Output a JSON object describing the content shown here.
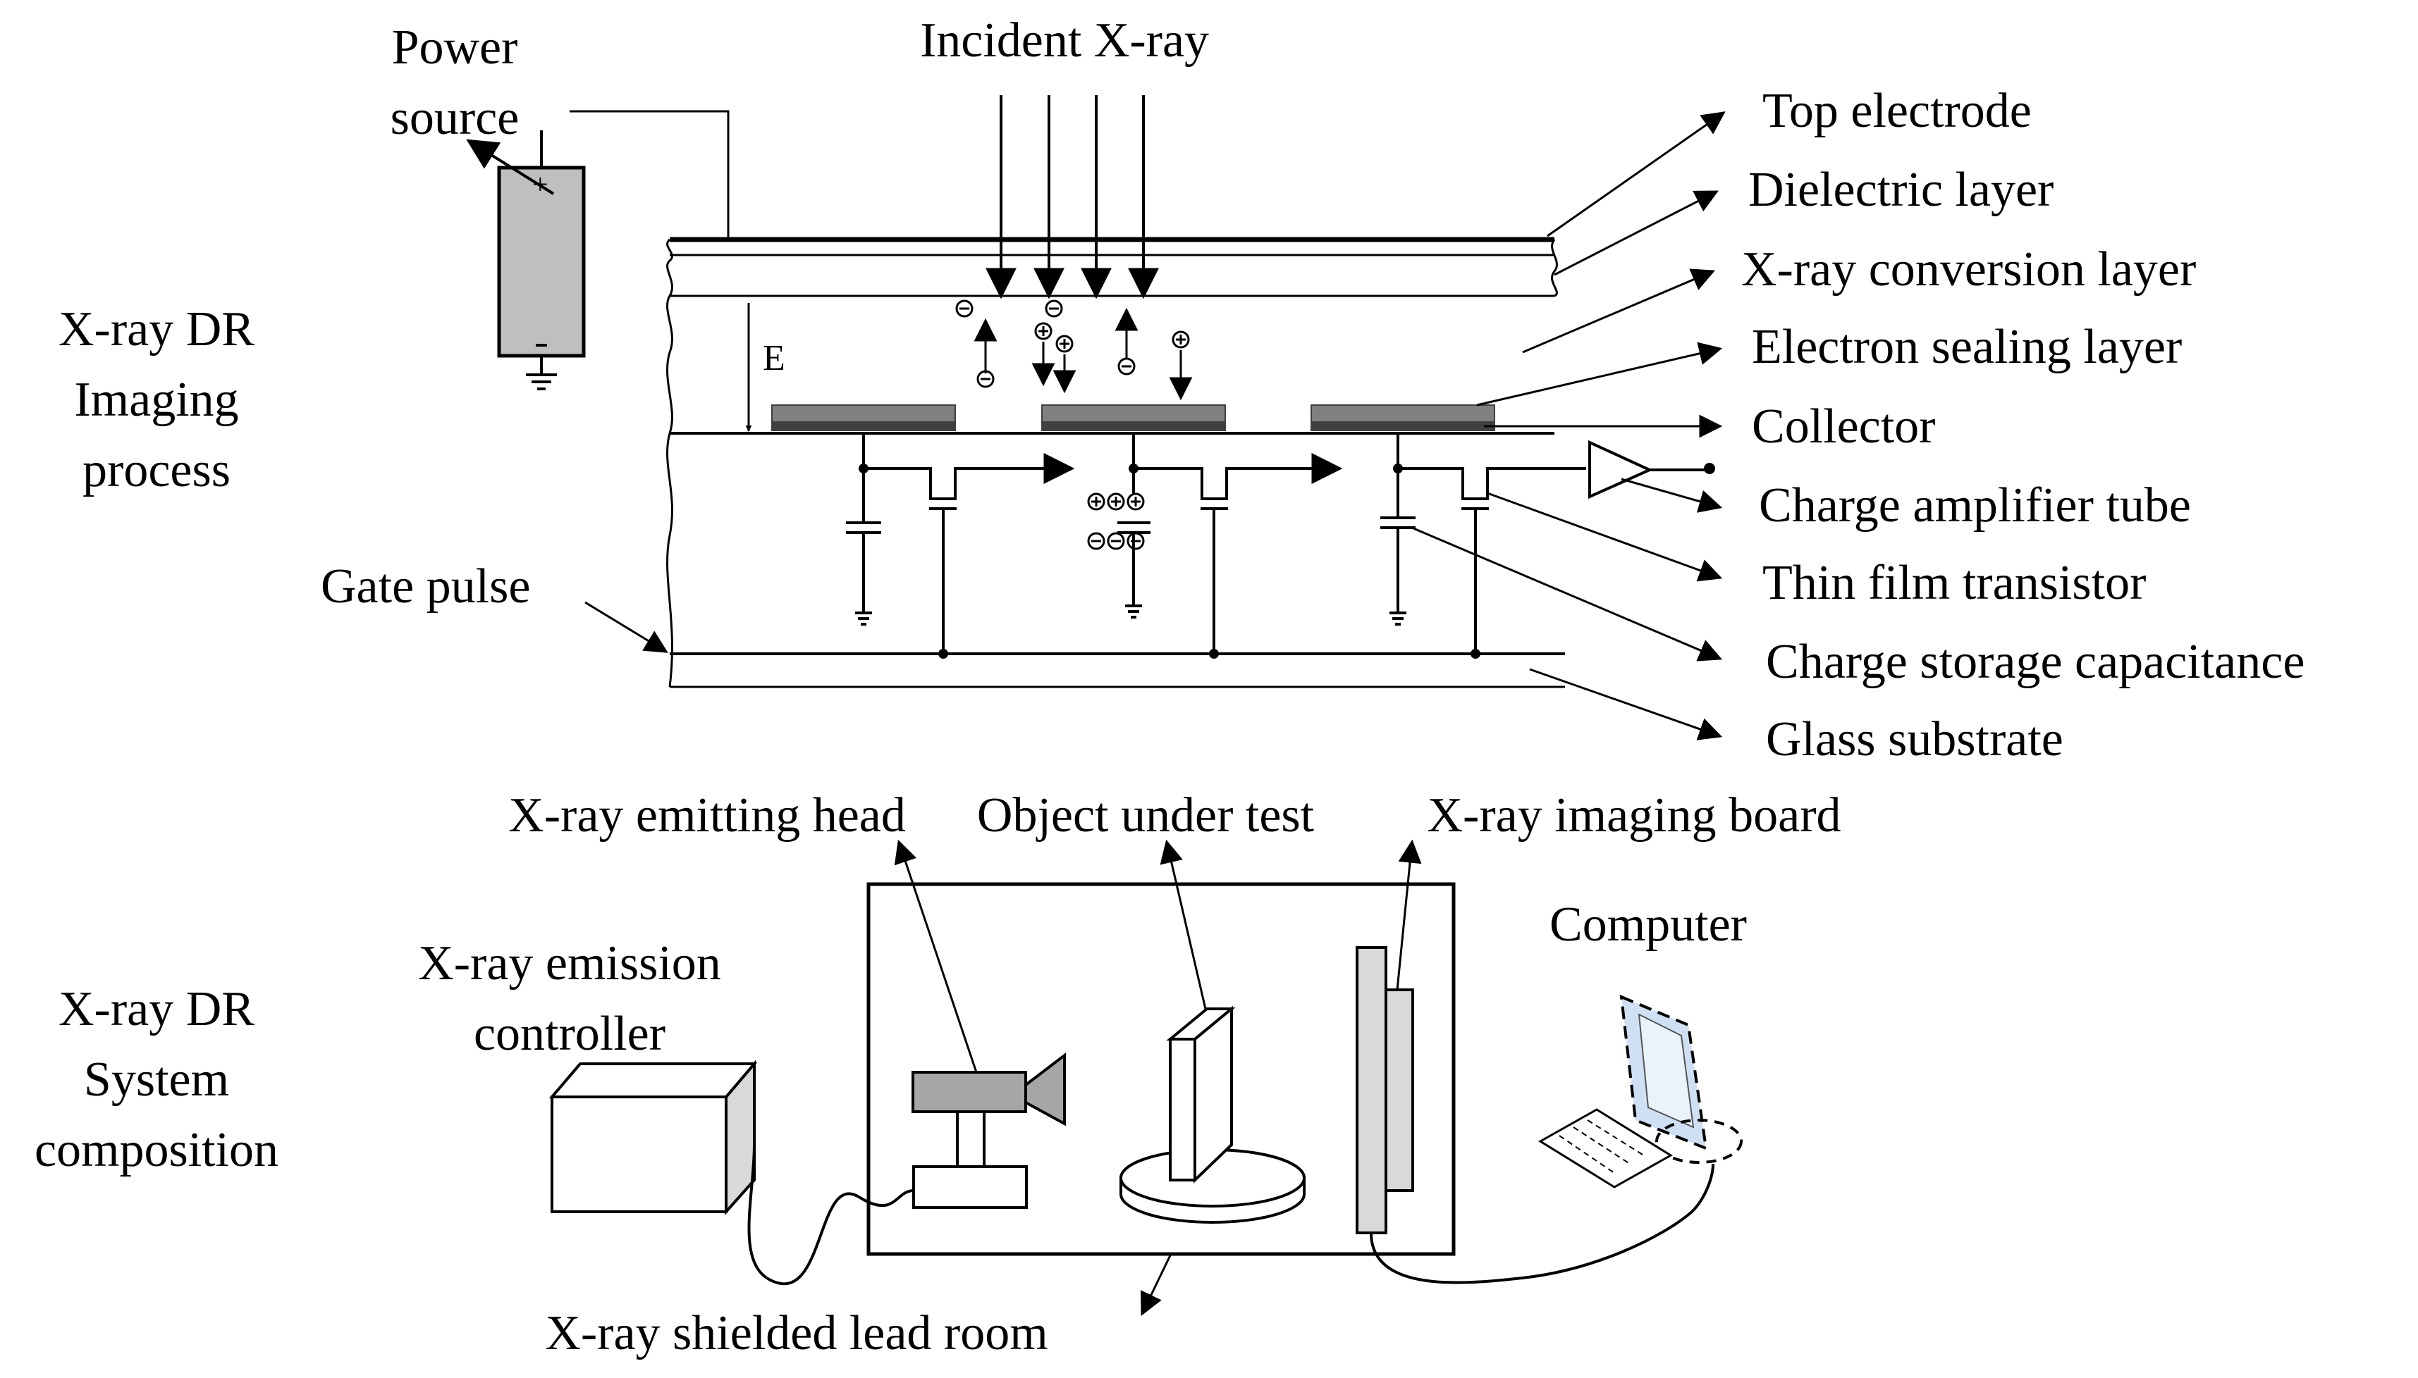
{
  "imaging": {
    "section_title": [
      "X-ray DR",
      "Imaging",
      "process"
    ],
    "power_source": [
      "Power",
      "source"
    ],
    "incident_xray": "Incident X-ray",
    "field_label": "E",
    "gate_pulse": "Gate pulse",
    "layers": [
      "Top electrode",
      "Dielectric layer",
      "X-ray conversion layer",
      "Electron sealing layer",
      "Collector",
      "Charge amplifier tube",
      "Thin film transistor",
      "Charge storage capacitance",
      "Glass substrate"
    ]
  },
  "system": {
    "section_title": [
      "X-ray DR",
      "System",
      "composition"
    ],
    "emission_controller": [
      "X-ray emission",
      "controller"
    ],
    "emitting_head": "X-ray emitting head",
    "object_under_test": "Object under test",
    "imaging_board": "X-ray imaging board",
    "computer": "Computer",
    "lead_room": "X-ray shielded lead room"
  },
  "colors": {
    "line": "#000000",
    "battery_fill": "#bfbfbf",
    "collector_fill": "#808080",
    "collector_edge": "#404040",
    "head_fill": "#a6a6a6",
    "board_fill": "#d9d9d9",
    "screen_fill": "#cfe0f5"
  }
}
